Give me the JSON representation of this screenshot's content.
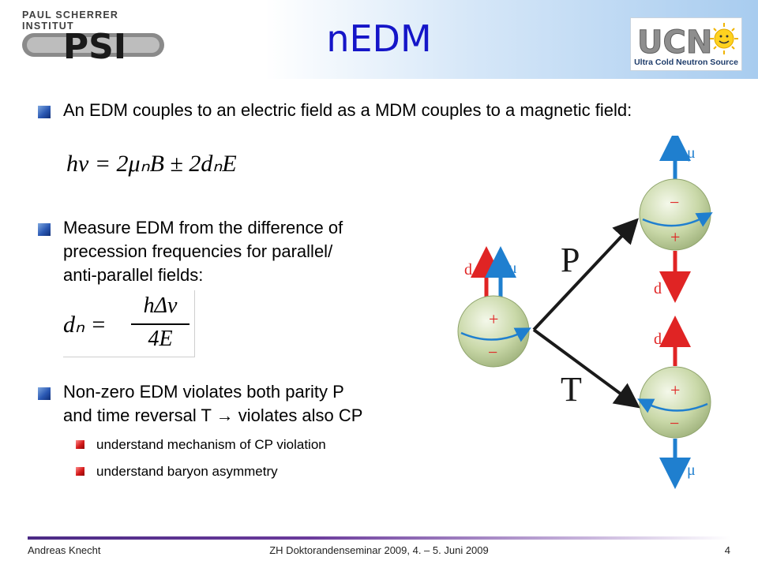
{
  "header": {
    "institute_text": "PAUL SCHERRER INSTITUT",
    "psi_logo_text": "PSI",
    "title": "nEDM",
    "ucn_logo_text": "UCN",
    "ucn_caption": "Ultra Cold Neutron Source"
  },
  "bullets": [
    {
      "text": "An EDM couples to an electric field as a MDM couples to a magnetic field:"
    },
    {
      "text_lines": [
        "Measure EDM from the difference of",
        "precession frequencies for parallel/",
        "anti-parallel fields:"
      ]
    },
    {
      "text_lines": [
        "Non-zero EDM violates both parity P",
        "and time reversal T → violates also CP"
      ]
    }
  ],
  "sub_bullets": [
    "understand mechanism of CP violation",
    "understand baryon asymmetry"
  ],
  "equations": {
    "eq1": "hν = 2μₙB ± 2dₙE",
    "eq2_lhs": "dₙ =",
    "eq2_num": "hΔν",
    "eq2_den": "4E"
  },
  "diagram": {
    "label_d": "d",
    "label_mu": "μ",
    "label_P": "P",
    "label_T": "T",
    "plus": "+",
    "minus": "−",
    "colors": {
      "d_arrow": "#e02424",
      "mu_arrow": "#1f7fcf",
      "sphere": "#c9d8a8",
      "arrow_black": "#1a1a1a"
    }
  },
  "footer": {
    "author": "Andreas Knecht",
    "event": "ZH Doktorandenseminar 2009, 4. – 5. Juni 2009",
    "page": "4"
  }
}
